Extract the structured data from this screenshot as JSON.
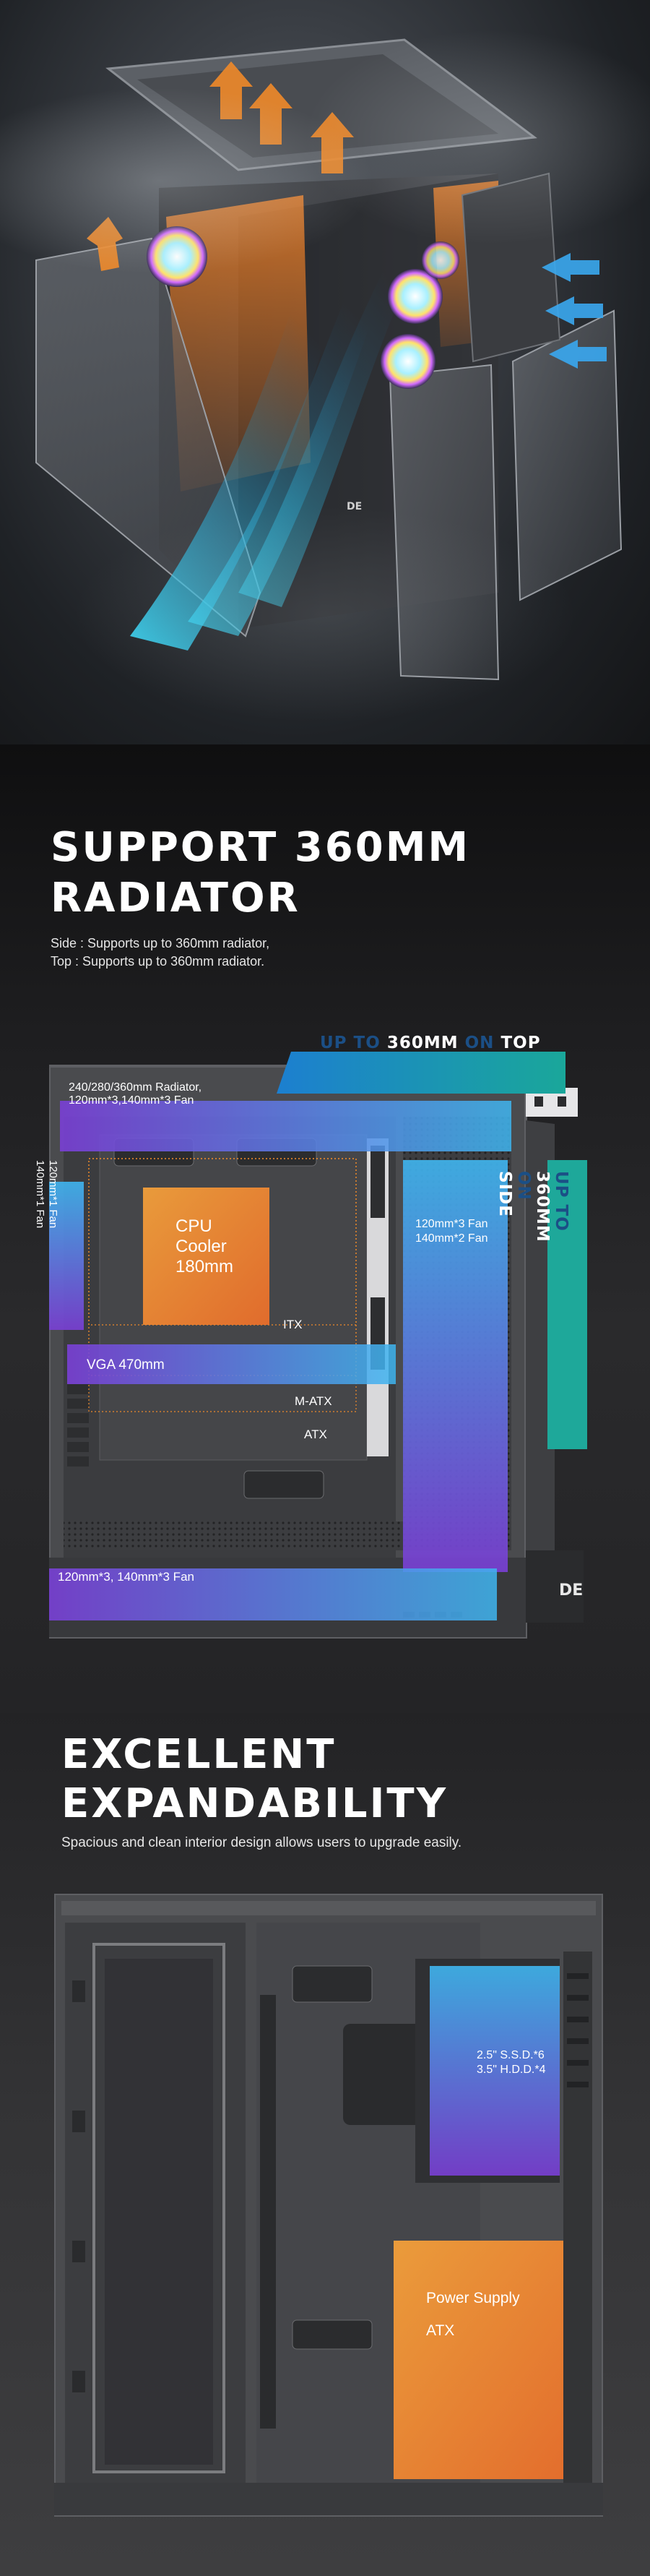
{
  "colors": {
    "teal": "#1aa3a0",
    "overlay_blue": "#3fa6e0",
    "overlay_purple": "#7a4fd0",
    "overlay_orange": "#f08a2a",
    "case_grey": "#4a4b4e"
  },
  "hero": {
    "logo_text": "DE"
  },
  "radiator": {
    "heading_line1": "SUPPORT 360MM",
    "heading_line2": "RADIATOR",
    "desc_line1": "Side : Supports up to 360mm radiator,",
    "desc_line2": "Top : Supports up to 360mm radiator.",
    "top_tag": {
      "up_to": "UP TO",
      "size": "360MM",
      "on": "ON",
      "where": "TOP"
    },
    "side_tag": {
      "up_to": "UP TO",
      "size": "360MM",
      "on": "ON",
      "where": "SIDE"
    },
    "top_bar_line1": "240/280/360mm Radiator,",
    "top_bar_line2": "120mm*3,140mm*3 Fan",
    "rear_fan_line1": "120mm*1 Fan",
    "rear_fan_line2": "140mm*1 Fan",
    "cpu_line1": "CPU",
    "cpu_line2": "Cooler",
    "cpu_line3": "180mm",
    "itx": "ITX",
    "matx": "M-ATX",
    "atx": "ATX",
    "vga": "VGA 470mm",
    "side_fan_line1": "120mm*3 Fan",
    "side_fan_line2": "140mm*2 Fan",
    "bottom_fan": "120mm*3, 140mm*3 Fan",
    "logo_text": "DE"
  },
  "expand": {
    "heading_line1": "EXCELLENT",
    "heading_line2": "EXPANDABILITY",
    "desc": "Spacious and clean interior design allows users to upgrade easily.",
    "drive_line1": "2.5\" S.S.D.*6",
    "drive_line2": "3.5\" H.D.D.*4",
    "psu_line1": "Power Supply",
    "psu_line2": "ATX"
  }
}
